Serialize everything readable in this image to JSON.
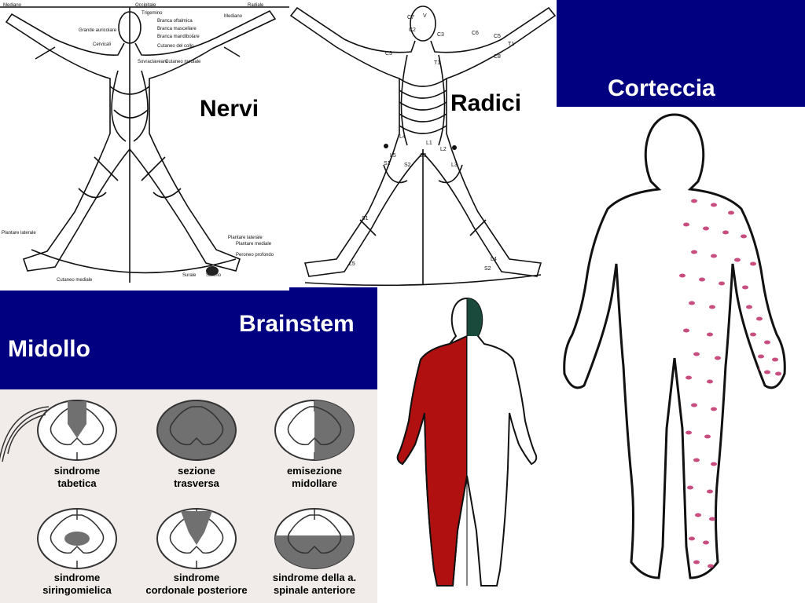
{
  "slide": {
    "colors": {
      "navy": "#000080",
      "lesion_red": "#b01010",
      "spot_pink": "#c0306a",
      "cord_gray": "#707070",
      "stipple": "#f1ece9"
    }
  },
  "panels": {
    "nervi": {
      "title": "Nervi",
      "labels": [
        "Mediano",
        "Occipitale",
        "Trigemino",
        "Radiale",
        "Mediano",
        "Branca oftalmica",
        "Branca mascellare",
        "Branca mandibolare",
        "Grande auricolare",
        "Cervicali",
        "Cutaneo del collo",
        "Cutaneo mediale",
        "Sovraclaveare",
        "Plantare laterale",
        "Plantare mediale",
        "Peroneo profondo",
        "Surale",
        "Safeno",
        "Plantare laterale",
        "Cutaneo mediale"
      ]
    },
    "radici": {
      "title": "Radici",
      "labels": [
        "C7",
        "V",
        "C2",
        "C3",
        "C3",
        "C6",
        "C5",
        "T1",
        "C8",
        "T1",
        "L1",
        "L2",
        "L3",
        "L4",
        "L5",
        "S1",
        "S2",
        "S3",
        "S1",
        "L5",
        "L4",
        "S2"
      ]
    },
    "corteccia": {
      "title": "Corteccia"
    },
    "brainstem": {
      "title": "Brainstem"
    },
    "midollo": {
      "title": "Midollo",
      "syndromes": [
        {
          "label_line1": "sindrome",
          "label_line2": "tabetica",
          "lesion": "posterior"
        },
        {
          "label_line1": "sezione",
          "label_line2": "trasversa",
          "lesion": "total"
        },
        {
          "label_line1": "emisezione",
          "label_line2": "midollare",
          "lesion": "hemi"
        },
        {
          "label_line1": "sindrome",
          "label_line2": "siringomielica",
          "lesion": "central"
        },
        {
          "label_line1": "sindrome",
          "label_line2": "cordonale posteriore",
          "lesion": "posterior_column"
        },
        {
          "label_line1": "sindrome della a.",
          "label_line2": "spinale anteriore",
          "lesion": "anterior"
        }
      ]
    }
  }
}
